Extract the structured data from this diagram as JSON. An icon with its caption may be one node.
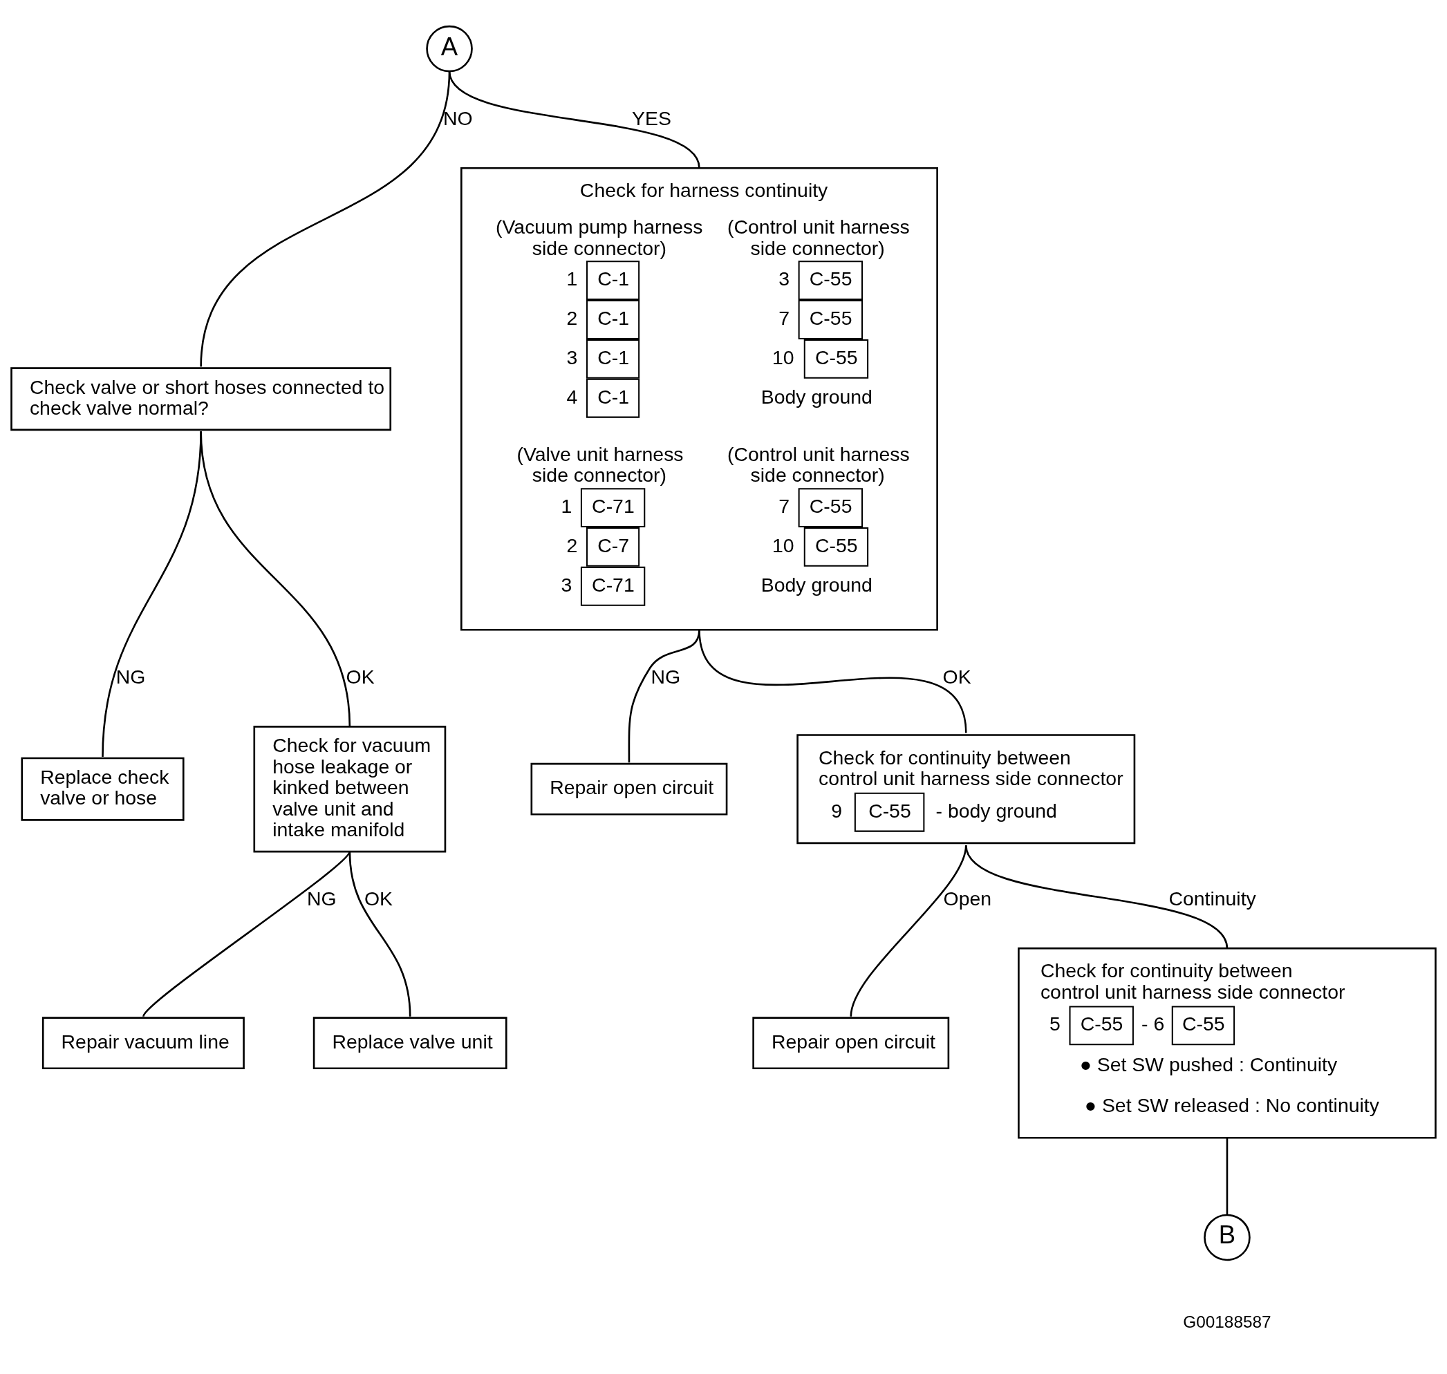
{
  "diagram": {
    "nodes": [
      {
        "text": [
          "A"
        ]
      },
      {
        "text": [
          "Check valve or short hoses connected to check valve normal?"
        ]
      },
      {
        "text": [
          "Replace check valve or hose"
        ]
      },
      {
        "text": [
          "Check for vacuum hose leakage or kinked between valve unit and intake manifold"
        ]
      },
      {
        "text": [
          "Repair vacuum line"
        ]
      },
      {
        "text": [
          "Replace valve unit"
        ]
      },
      {
        "text": [
          "Check for harness continuity",
          "(Vacuum pump harness side connector)",
          "1",
          "C-1",
          "2",
          "C-1",
          "3",
          "C-1",
          "4",
          "C-1",
          "(Control unit harness side connector)",
          "3",
          "C-55",
          "7",
          "C-55",
          "10",
          "C-55",
          "Body ground",
          "(Valve unit harness side connector)",
          "1",
          "C-71",
          "2",
          "C-7",
          "3",
          "C-71",
          "(Control unit harness side connector)",
          "7",
          "C-55",
          "10",
          "C-55",
          "Body ground"
        ]
      },
      {
        "text": [
          "Repair open circuit"
        ]
      },
      {
        "text": [
          "Check for continuity between control unit harness side connector",
          "9",
          "C-55",
          "- body ground"
        ]
      },
      {
        "text": [
          "Repair open circuit"
        ]
      },
      {
        "text": [
          "Check for continuity between control unit harness side connector",
          "5",
          "C-55",
          "- 6",
          "C-55",
          "● Set SW pushed : Continuity",
          "● Set SW released : No continuity"
        ]
      },
      {
        "text": [
          "B"
        ]
      }
    ],
    "edges": [
      {
        "from": 0,
        "to": 1,
        "arrow": "none",
        "label": "NO"
      },
      {
        "from": 0,
        "to": 6,
        "arrow": "none",
        "label": "YES"
      },
      {
        "from": 1,
        "to": 2,
        "arrow": "none",
        "label": "NG"
      },
      {
        "from": 1,
        "to": 3,
        "arrow": "none",
        "label": "OK"
      },
      {
        "from": 3,
        "to": 4,
        "arrow": "none",
        "label": "NG"
      },
      {
        "from": 3,
        "to": 5,
        "arrow": "none",
        "label": "OK"
      },
      {
        "from": 6,
        "to": 7,
        "arrow": "none",
        "label": "NG"
      },
      {
        "from": 6,
        "to": 8,
        "arrow": "none",
        "label": "OK"
      },
      {
        "from": 8,
        "to": 9,
        "arrow": "none",
        "label": "Open"
      },
      {
        "from": 8,
        "to": 10,
        "arrow": "none",
        "label": "Continuity"
      },
      {
        "from": 10,
        "to": 11,
        "arrow": "none"
      }
    ],
    "labels": [
      "G00188587"
    ]
  }
}
